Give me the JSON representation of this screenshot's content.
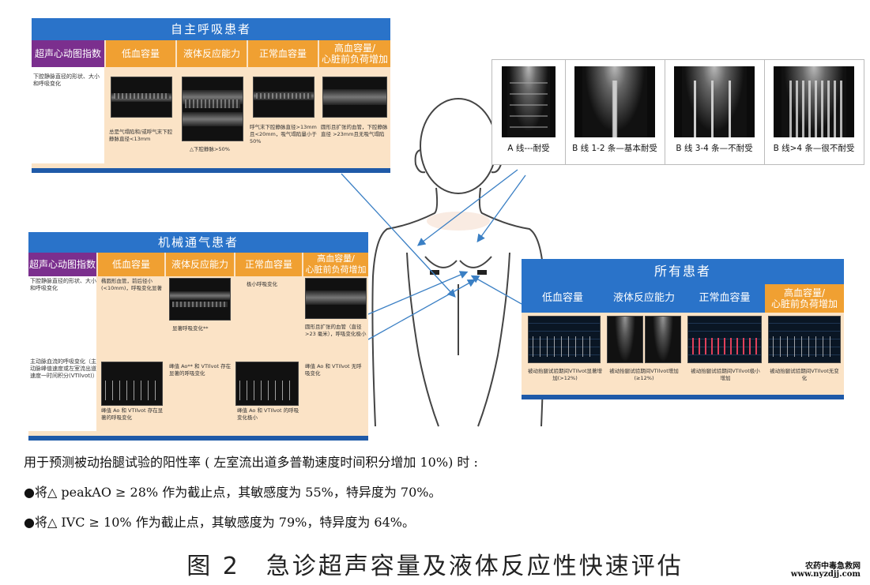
{
  "spontaneous": {
    "title": "自主呼吸患者",
    "col0": "超声心动图指数",
    "cols": [
      "低血容量",
      "液体反应能力",
      "正常血容量",
      "高血容量/\n心脏前负荷增加"
    ],
    "row_label": "下腔静脉直径的形状、大小和呼吸变化",
    "captions": [
      "总是气塌陷和/或呼气末下腔静脉直径<13mm",
      "△下腔静脉>50%",
      "呼气末下腔静脉直径>13mm且<20mm，吸气塌陷量小于50%",
      "圆形且扩张的血管，下腔静脉直径 >23mm且无吸气塌陷"
    ]
  },
  "mechanical": {
    "title": "机械通气患者",
    "col0": "超声心动图指数",
    "cols": [
      "低血容量",
      "液体反应能力",
      "正常血容量",
      "高血容量/\n心脏前负荷增加"
    ],
    "row1_label": "下腔静脉直径的形状、大小和呼吸变化",
    "row2_label": "主动脉血流的呼吸变化（主动脉峰值速度或左室流出道速度一时间积分(VTIlvot)）",
    "r1_captions": [
      "椭圆形血管，前后径小(<10mm)，呼吸变化显著",
      "显著呼吸变化**",
      "极小呼吸变化",
      "圆形且扩张的血管（直径 >23 毫米），呼吸变化极小"
    ],
    "r2_captions": [
      "峰值 Ao 和 VTIlvot 存在显著的呼吸变化",
      "峰值 Ao** 和 VTIlvot 存在显著的呼吸变化",
      "峰值 Ao 和 VTIlvot 的呼吸变化极小",
      "峰值 Ao 和 VTIlvot 无呼吸变化"
    ]
  },
  "all": {
    "title": "所有患者",
    "cols": [
      "低血容量",
      "液体反应能力",
      "正常血容量",
      "高血容量/\n心脏前负荷增加"
    ],
    "captions": [
      "被动抬腿试验期间VTIlvot显著增加(>12%)",
      "被动抬腿试验期间VTIlvot增加(≥12%)",
      "被动抬腿试验期间VTIlvot极小增加",
      "被动抬腿试验期间VTIlvot无变化"
    ]
  },
  "blines": [
    "A 线---耐受",
    "B 线 1-2 条—基本耐受",
    "B 线 3-4 条—不耐受",
    "B 线>4 条—很不耐受"
  ],
  "text": {
    "line1": "用于预测被动抬腿试验的阳性率 ( 左室流出道多普勒速度时间积分增加 10%) 时 :",
    "line2": "●将△ peakAO ≥ 28% 作为截止点，其敏感度为 55%，特异度为 70%。",
    "line3": "●将△ IVC ≥ 10% 作为截止点，其敏感度为 79%，特异度为 64%。",
    "fig_title": "图 2　急诊超声容量及液体反应性快速评估"
  },
  "watermark": {
    "line1": "农药中毒急救网",
    "line2": "www.nyzdjj.com"
  }
}
